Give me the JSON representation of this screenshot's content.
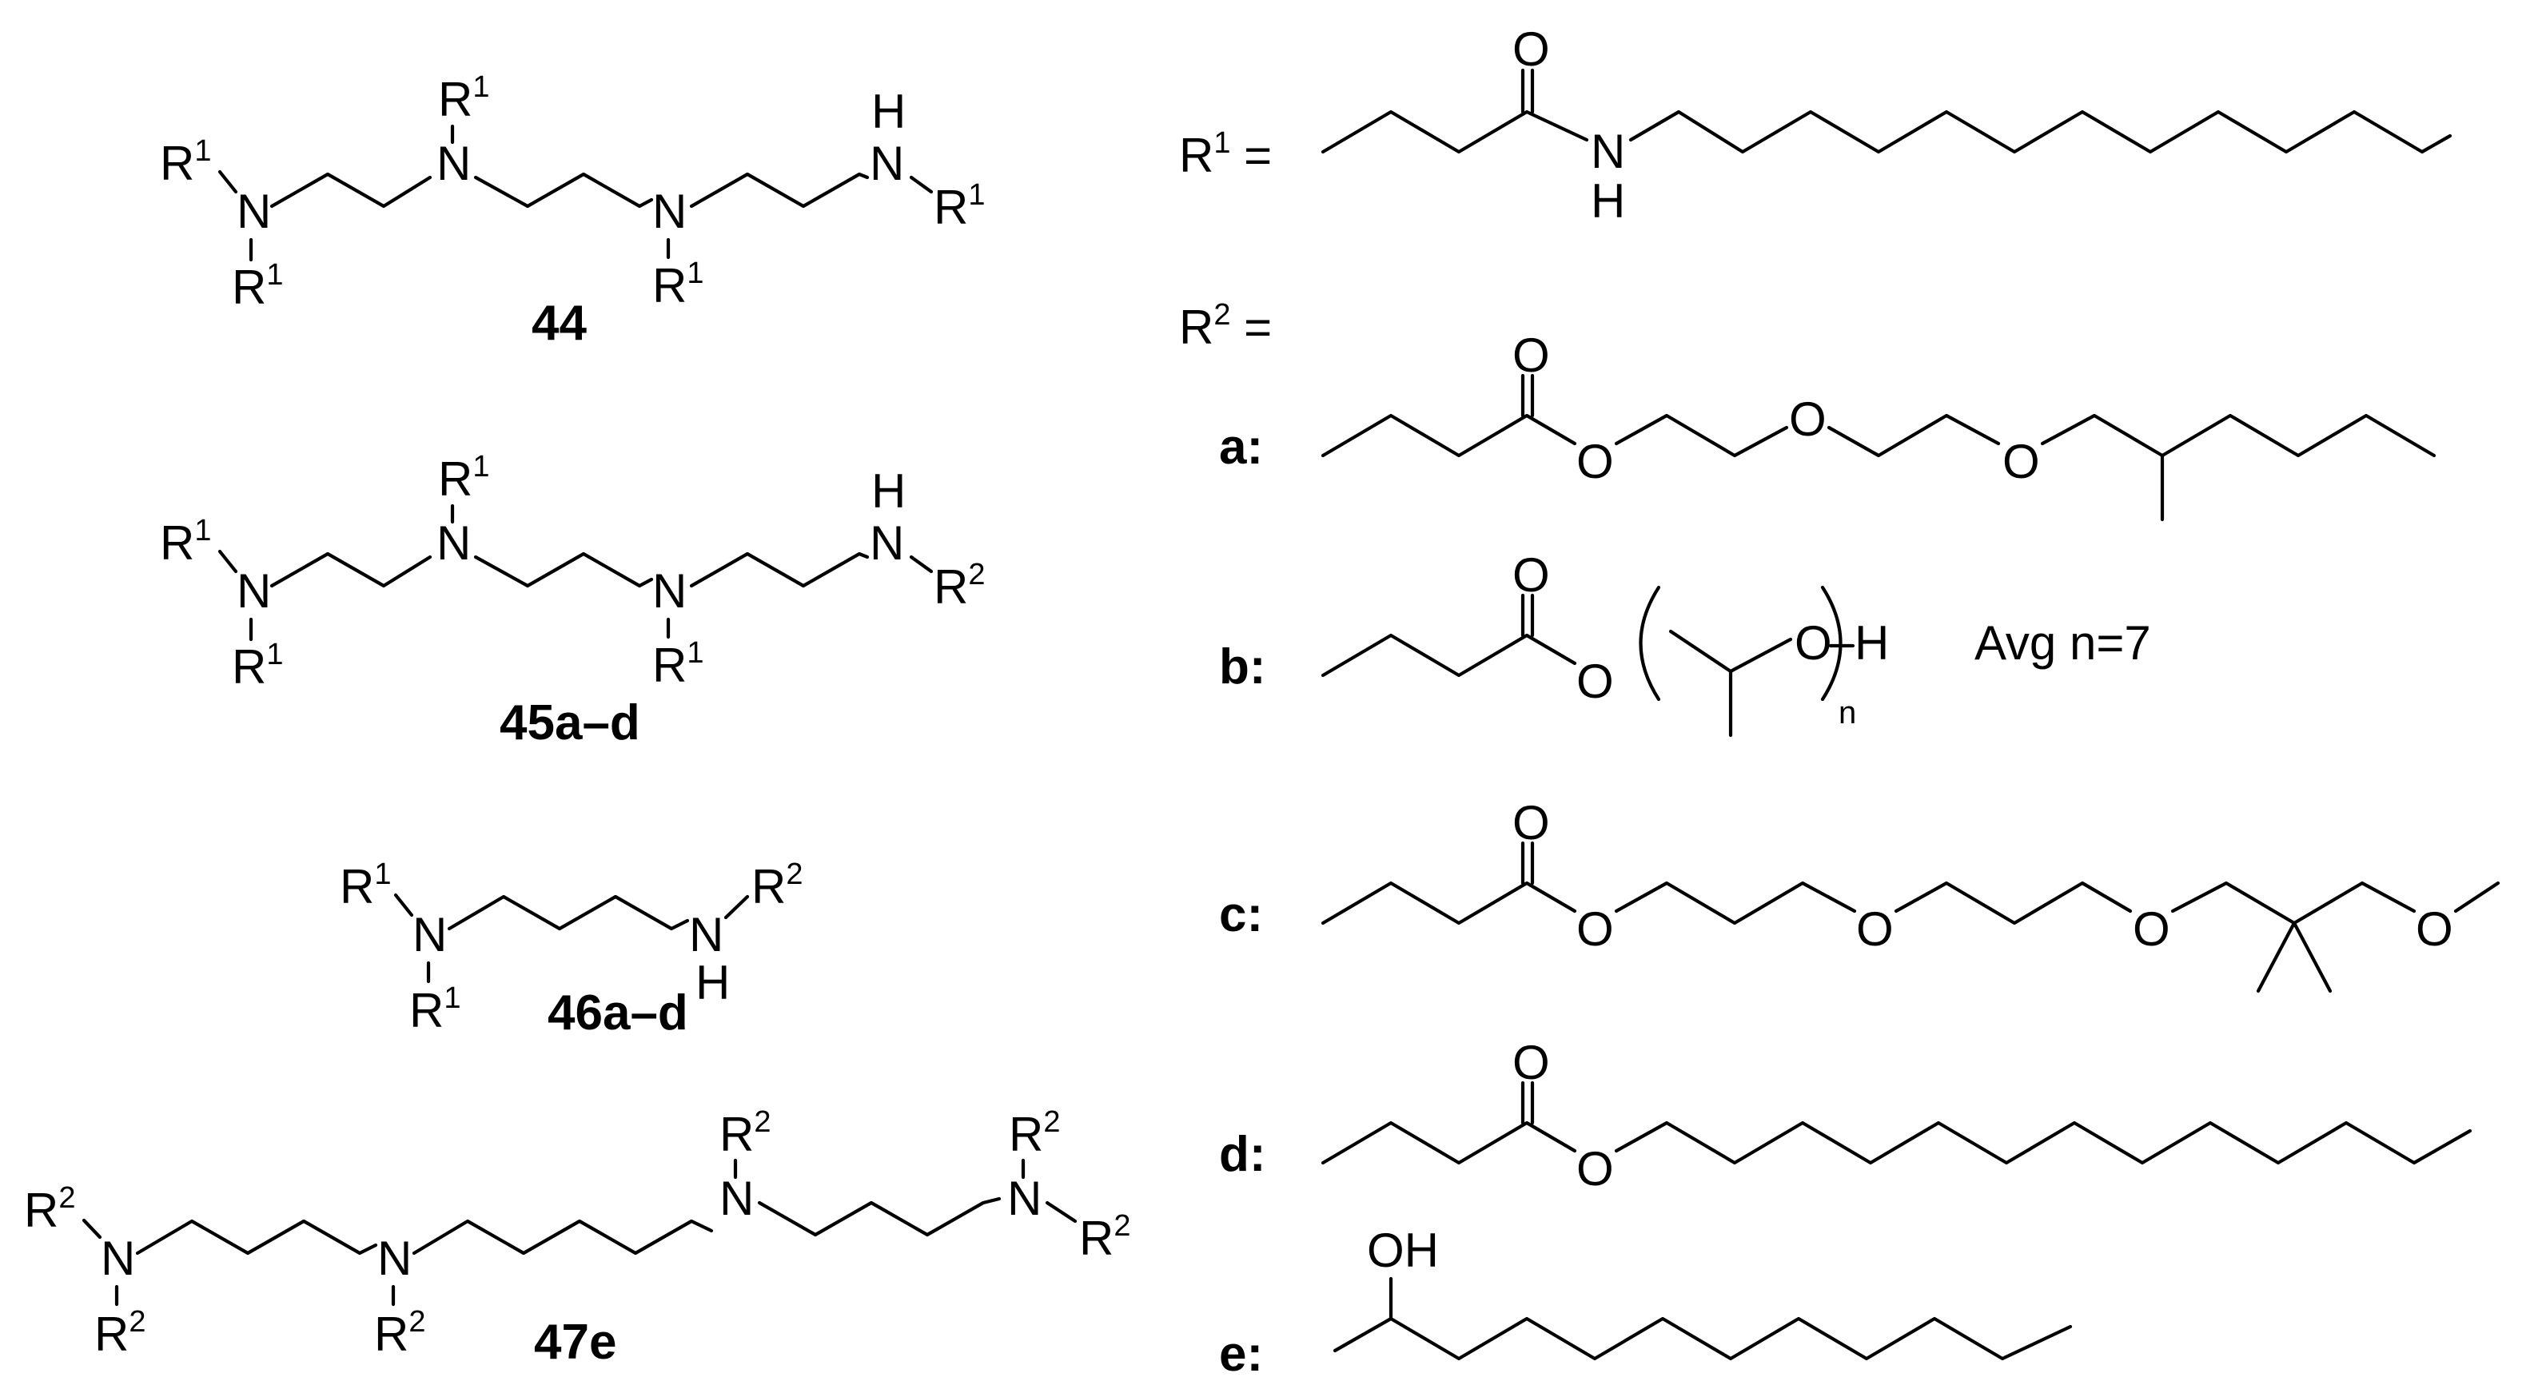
{
  "compounds": {
    "c44": "44",
    "c45": "45a–d",
    "c46": "46a–d",
    "c47": "47e"
  },
  "atoms": {
    "N": "N",
    "H": "H",
    "O": "O",
    "R": "R",
    "OH": "OH",
    "one": "1",
    "two": "2",
    "n": "n"
  },
  "labels": {
    "r1_def": "R",
    "r1_sup": "1",
    "r1_eq": " =",
    "r2_def": "R",
    "r2_sup": "2",
    "r2_eq": " =",
    "a": "a:",
    "b": "b:",
    "c": "c:",
    "d": "d:",
    "e": "e:",
    "avg": "Avg n=7"
  },
  "colors": {
    "ink": "#000000",
    "background": "#ffffff"
  }
}
